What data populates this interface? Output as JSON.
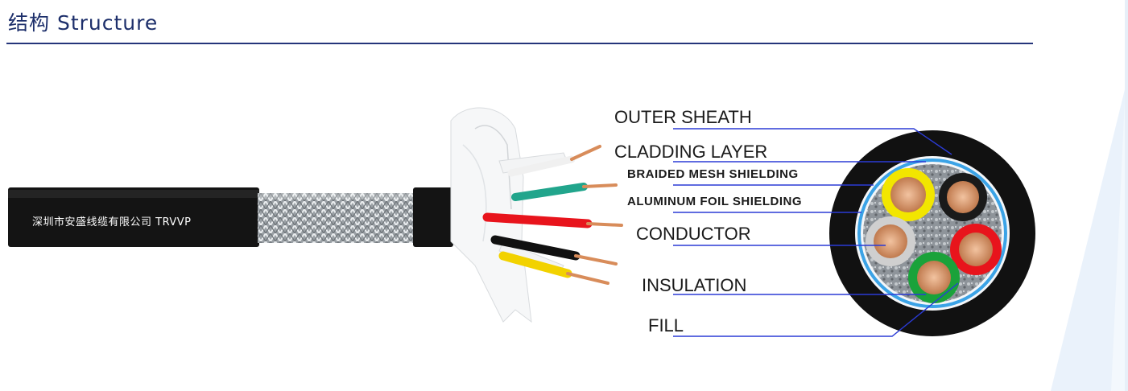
{
  "header": {
    "title": "结构  Structure"
  },
  "cable": {
    "print": "深圳市安盛线缆有限公司 TRVVP"
  },
  "labels": {
    "outer_sheath": "OUTER SHEATH",
    "cladding_layer": "CLADDING  LAYER",
    "braided_mesh": "BRAIDED MESH SHIELDING",
    "aluminum_foil": "ALUMINUM FOIL SHIELDING",
    "conductor": "CONDUCTOR",
    "insulation": "INSULATION",
    "fill": "FILL"
  },
  "colors": {
    "accent": "#25357a",
    "leader_line": "#2b3bd6",
    "jacket": "#111111",
    "shield_foil": "#3ba3e6",
    "core_yellow": "#f2e600",
    "core_black": "#1a1a1a",
    "core_grey": "#cfcfcf",
    "core_red": "#e8141c",
    "core_green": "#1aa23a",
    "copper": "#d88c5a"
  }
}
